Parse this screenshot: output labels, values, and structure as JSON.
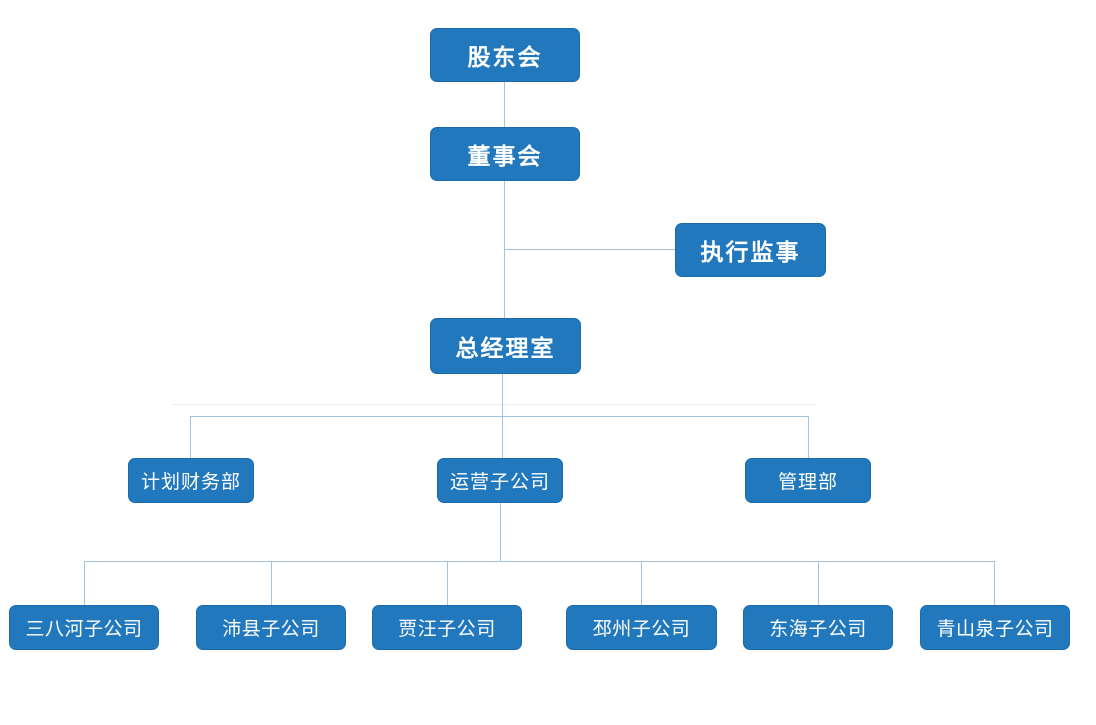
{
  "chart": {
    "type": "org-chart",
    "background": "#ffffff",
    "colors": {
      "box_fill": "#2278bd",
      "box_border": "#1b6bac",
      "connector": "#a5c3da",
      "connector_faint": "#e9edf1",
      "text": "#ffffff"
    },
    "nodes": [
      {
        "id": "shareholders-meeting",
        "label": "股东会",
        "level": 1,
        "parent": null
      },
      {
        "id": "board-of-directors",
        "label": "董事会",
        "level": 2,
        "parent": "shareholders-meeting"
      },
      {
        "id": "executive-supervisor",
        "label": "执行监事",
        "level": 3,
        "parent": "board-of-directors"
      },
      {
        "id": "general-manager-office",
        "label": "总经理室",
        "level": 3,
        "parent": "board-of-directors"
      },
      {
        "id": "planning-finance-dept",
        "label": "计划财务部",
        "level": 4,
        "parent": "general-manager-office"
      },
      {
        "id": "operations-subsidiary",
        "label": "运营子公司",
        "level": 4,
        "parent": "general-manager-office"
      },
      {
        "id": "management-dept",
        "label": "管理部",
        "level": 4,
        "parent": "general-manager-office"
      },
      {
        "id": "sanbahe-subsidiary",
        "label": "三八河子公司",
        "level": 5,
        "parent": "operations-subsidiary"
      },
      {
        "id": "peixian-subsidiary",
        "label": "沛县子公司",
        "level": 5,
        "parent": "operations-subsidiary"
      },
      {
        "id": "jiawang-subsidiary",
        "label": "贾汪子公司",
        "level": 5,
        "parent": "operations-subsidiary"
      },
      {
        "id": "pizhou-subsidiary",
        "label": "邳州子公司",
        "level": 5,
        "parent": "operations-subsidiary"
      },
      {
        "id": "donghai-subsidiary",
        "label": "东海子公司",
        "level": 5,
        "parent": "operations-subsidiary"
      },
      {
        "id": "qingshanquan-subsidiary",
        "label": "青山泉子公司",
        "level": 5,
        "parent": "operations-subsidiary"
      }
    ]
  }
}
